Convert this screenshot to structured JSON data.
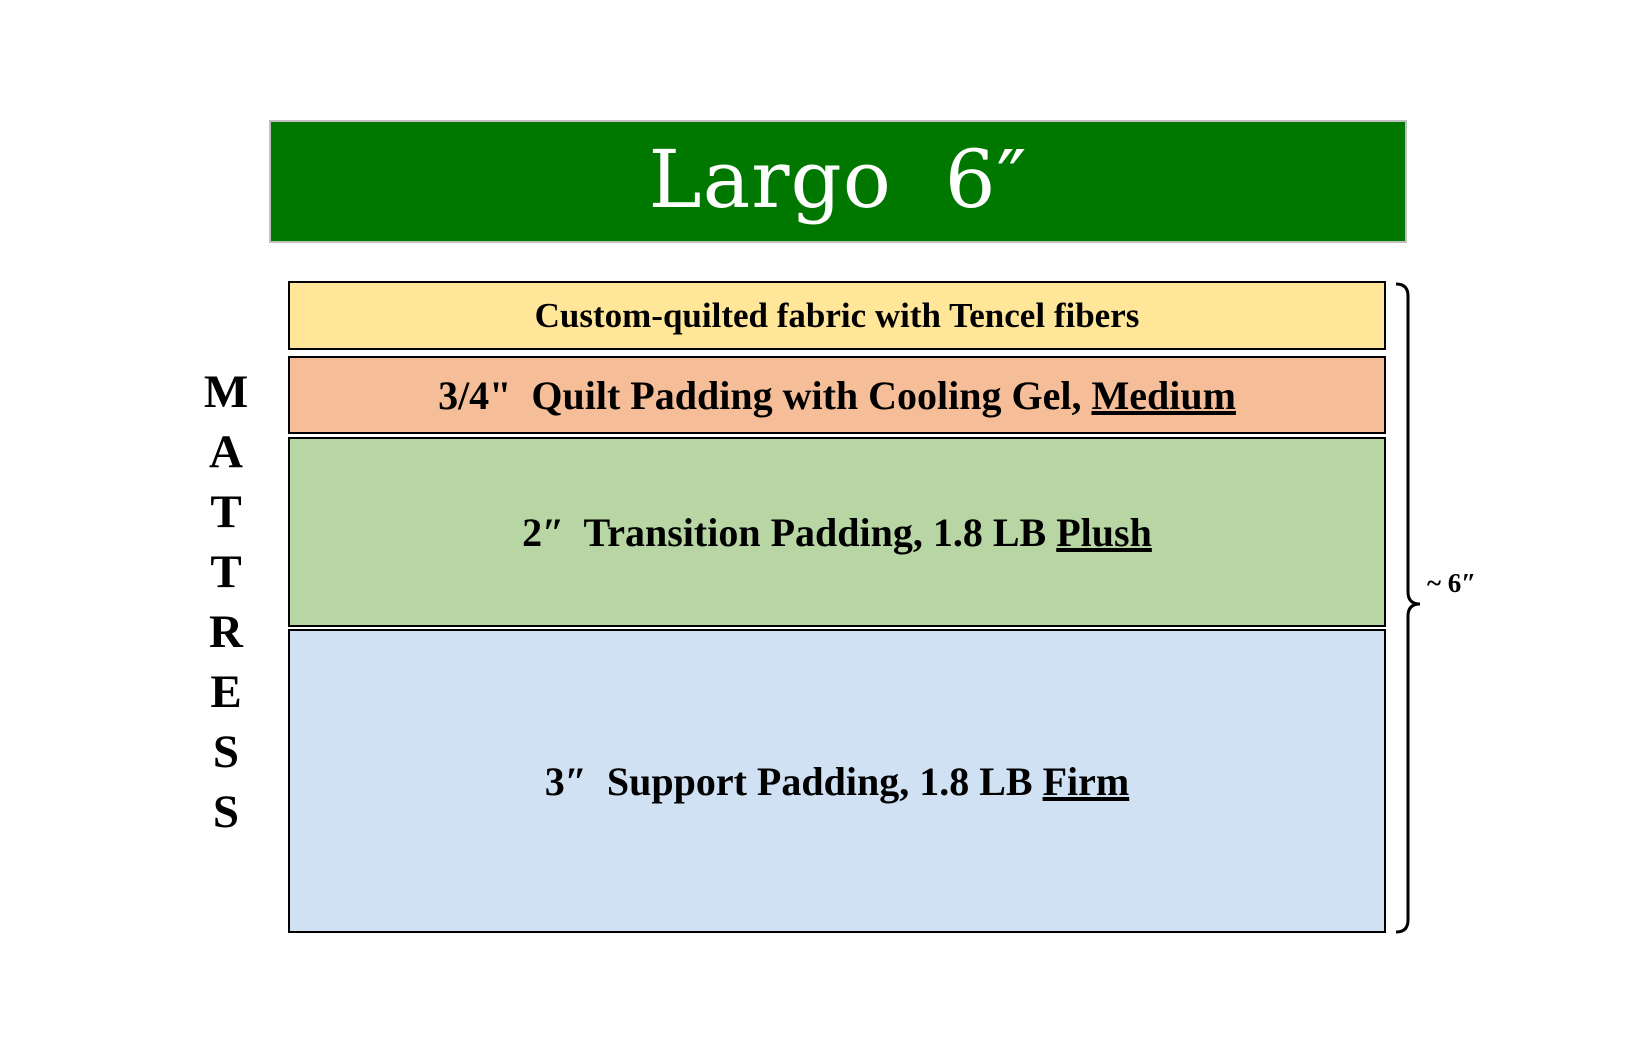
{
  "title": "Largo  6″",
  "side_label": [
    "M",
    "A",
    "T",
    "T",
    "R",
    "E",
    "S",
    "S"
  ],
  "layers": [
    {
      "prefix": "Custom-quilted fabric with Tencel fibers",
      "firmness": "",
      "color": "#ffe699"
    },
    {
      "prefix": "3/4\"  Quilt Padding with Cooling Gel, ",
      "firmness": "Medium",
      "color": "#f6be98"
    },
    {
      "prefix": "2″  Transition Padding, 1.8 LB ",
      "firmness": "Plush",
      "color": "#b8d6a3"
    },
    {
      "prefix": "3″  Support Padding, 1.8 LB ",
      "firmness": "Firm",
      "color": "#cfe1f2"
    }
  ],
  "total_thickness": "~ 6″",
  "colors": {
    "banner": "#007800",
    "banner_text": "#ffffff"
  }
}
